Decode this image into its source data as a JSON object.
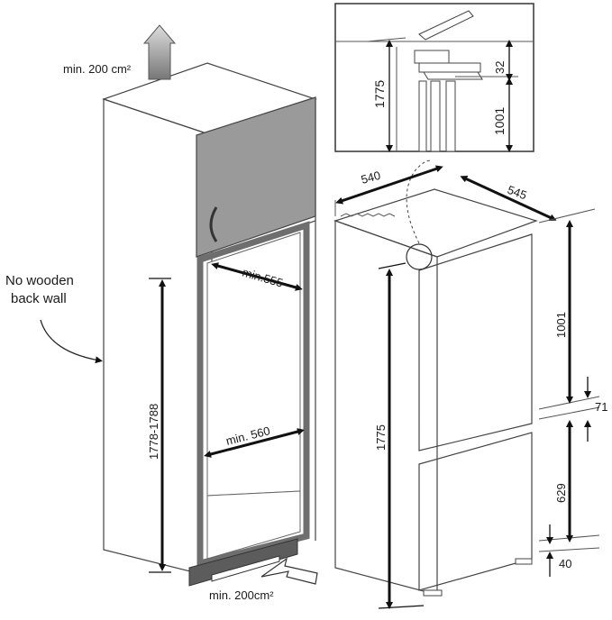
{
  "labels": {
    "vent_top": "min. 200 cm²",
    "vent_bottom": "min. 200cm²",
    "no_back_wall_line1": "No wooden",
    "no_back_wall_line2": "back wall",
    "min_depth": "min.555",
    "min_width": "min. 560",
    "niche_height": "1778-1788",
    "fridge_height": "1775",
    "fridge_width": "540",
    "fridge_depth": "545",
    "upper_height": "1001",
    "gap": "71",
    "lower_height": "629",
    "bottom_offset": "40",
    "detail_height": "1775",
    "detail_offset": "32",
    "detail_upper": "1001"
  },
  "colors": {
    "outline": "#444444",
    "cabinet_door": "#9a9a9a",
    "cabinet_frame": "#6e6e6e",
    "plinth": "#5c5c5c",
    "background": "#ffffff"
  }
}
